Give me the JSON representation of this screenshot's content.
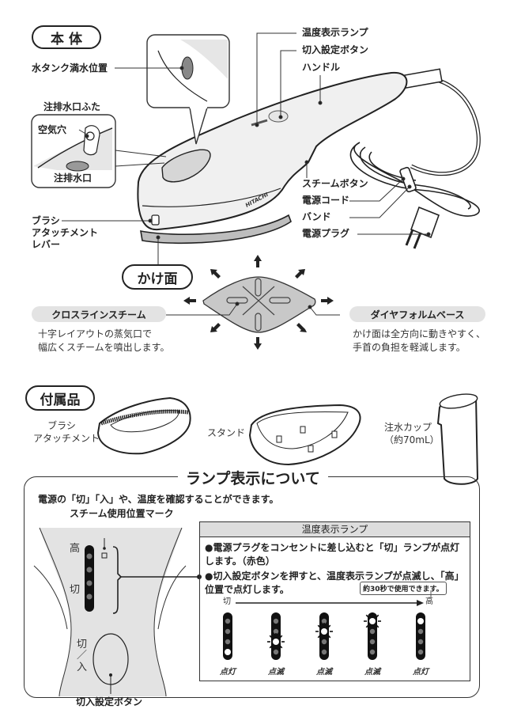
{
  "sections": {
    "body_title": "本 体",
    "surface_title": "かけ面",
    "accessories_title": "付属品"
  },
  "body_parts": {
    "water_tank_full": "水タンク満水位置",
    "inlet_cap": "注排水口ふた",
    "air_hole": "空気穴",
    "inlet": "注排水口",
    "brush_lever": [
      "ブラシ",
      "アタッチメント",
      "レバー"
    ],
    "temp_lamp": "温度表示ランプ",
    "power_button": "切入設定ボタン",
    "handle": "ハンドル",
    "steam_button": "スチームボタン",
    "power_cord": "電源コード",
    "band": "バンド",
    "power_plug": "電源プラグ",
    "brand": "HITACHI"
  },
  "features": [
    {
      "title": "クロスラインスチーム",
      "desc": [
        "十字レイアウトの蒸気口で",
        "幅広くスチームを噴出します。"
      ]
    },
    {
      "title": "ダイヤフォルムベース",
      "desc": [
        "かけ面は全方向に動きやすく、",
        "手首の負担を軽減します。"
      ]
    }
  ],
  "accessories": [
    {
      "name": [
        "ブラシ",
        "アタッチメント"
      ]
    },
    {
      "name": [
        "スタンド"
      ]
    },
    {
      "name": [
        "注水カップ",
        "（約70mL）"
      ]
    }
  ],
  "lamp_section": {
    "title": "ランプ表示について",
    "subtitle": "電源の「切」「入」や、温度を確認することができます。",
    "steam_mark": "スチーム使用位置マーク",
    "high": "高",
    "off": "切",
    "onoff_vertical": [
      "切",
      "／",
      "入"
    ],
    "button_label": "切入設定ボタン",
    "table_title": "温度表示ランプ",
    "bullets": [
      "●電源プラグをコンセントに差し込むと「切」ランプが点灯します。（赤色）",
      "●切入設定ボタンを押すと、温度表示ランプが点滅し、「高」位置で点灯します。"
    ],
    "callout": "約30秒で使用できます。",
    "arrow_from": "切",
    "arrow_to": "高",
    "states": [
      {
        "label": "点灯",
        "lit_index": 3,
        "blink": false
      },
      {
        "label": "点滅",
        "lit_index": 2,
        "blink": true
      },
      {
        "label": "点滅",
        "lit_index": 1,
        "blink": true
      },
      {
        "label": "点滅",
        "lit_index": 0,
        "blink": true
      },
      {
        "label": "点灯",
        "lit_index": 0,
        "blink": false
      }
    ]
  },
  "colors": {
    "pale_grey": "#e3e3e3",
    "mid_grey": "#bdbdbd",
    "ink": "#222222"
  }
}
